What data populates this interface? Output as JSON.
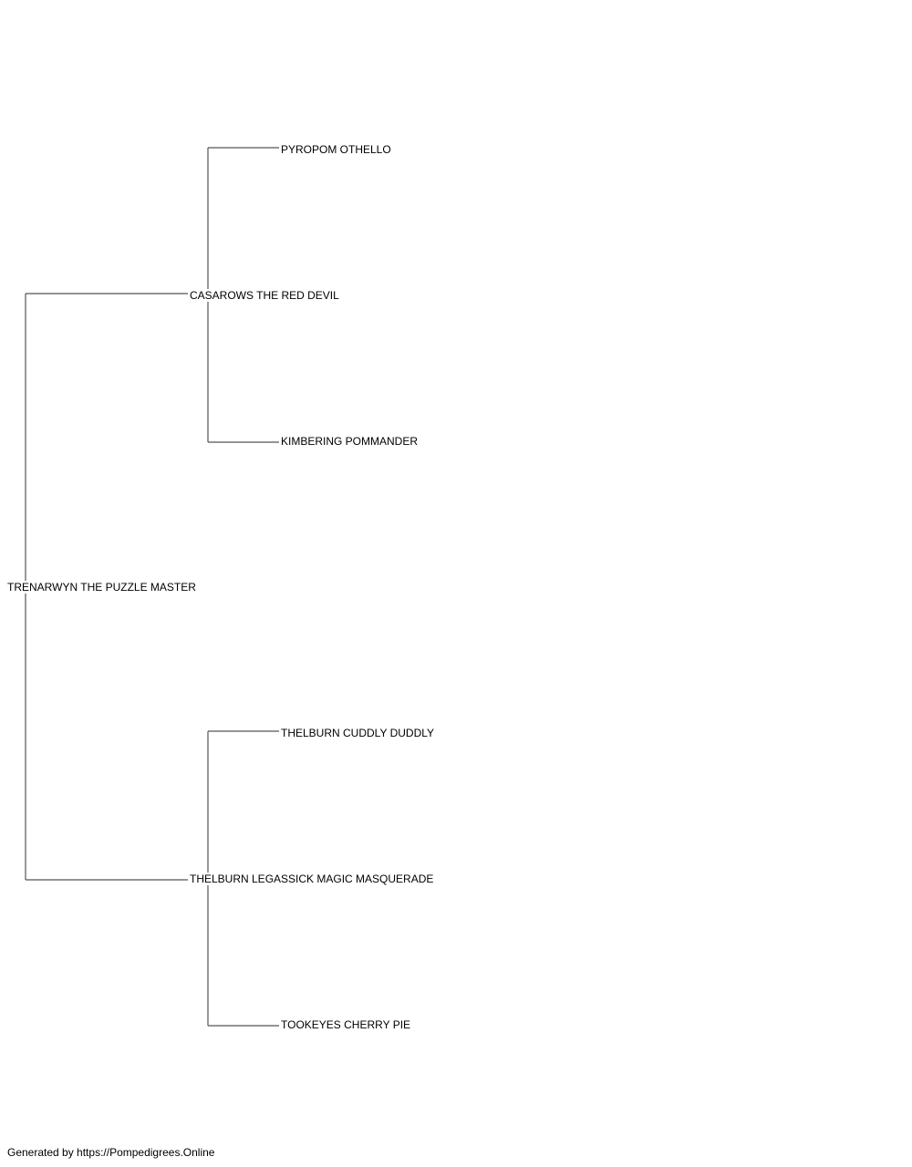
{
  "pedigree": {
    "subject": "TRENARWYN THE PUZZLE MASTER",
    "sire": "CASAROWS THE RED DEVIL",
    "dam": "THELBURN LEGASSICK MAGIC MASQUERADE",
    "sire_sire": "PYROPOM OTHELLO",
    "sire_dam": "KIMBERING POMMANDER",
    "dam_sire": "THELBURN CUDDLY DUDDLY",
    "dam_dam": "TOOKEYES CHERRY PIE"
  },
  "footer": {
    "text": "Generated by https://Pompedigrees.Online"
  },
  "colors": {
    "line": "#555555",
    "text": "#000000",
    "background": "#ffffff"
  }
}
